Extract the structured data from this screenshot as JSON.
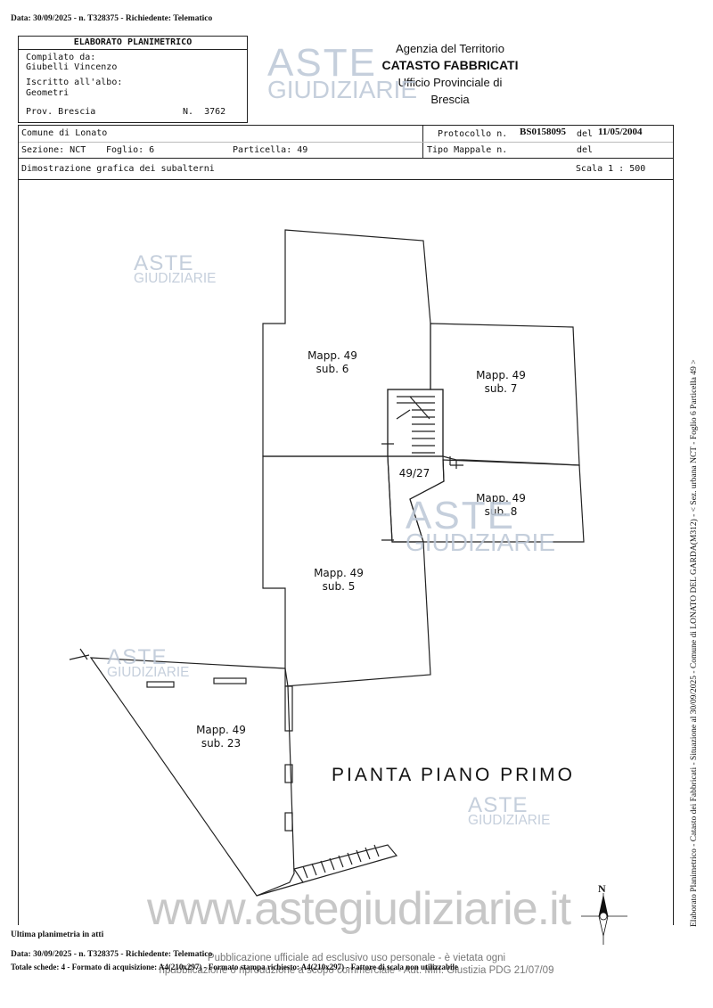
{
  "top_line": "Data: 30/09/2025 - n. T328375 - Richiedente: Telematico",
  "header": {
    "title": "ELABORATO PLANIMETRICO",
    "compiled_label": "Compilato da:",
    "compiled_name": "Giubelli Vincenzo",
    "registry_label": "Iscritto all'albo:",
    "registry_value": "Geometri",
    "prov": "Prov. Brescia",
    "number": "N.  3762",
    "agency_line1": "Agenzia del Territorio",
    "agency_line2": "CATASTO FABBRICATI",
    "agency_line3": "Ufficio Provinciale di",
    "agency_line4": "Brescia"
  },
  "info": {
    "comune": "Comune di Lonato",
    "protocollo_label": "Protocollo n.",
    "protocollo_value": "BS0158095",
    "del_label": "del",
    "protocollo_date": "11/05/2004",
    "sezione": "Sezione: NCT",
    "foglio": "Foglio: 6",
    "particella": "Particella: 49",
    "tipo_mappale": "Tipo Mappale n.",
    "del2": "del",
    "dimostrazione": "Dimostrazione grafica dei subalterni",
    "scala": "Scala 1 : 500"
  },
  "plan": {
    "sub6": [
      "Mapp. 49",
      "sub. 6"
    ],
    "sub7": [
      "Mapp. 49",
      "sub. 7"
    ],
    "common": "49/27",
    "sub8": [
      "Mapp. 49",
      "sub. 8"
    ],
    "sub5": [
      "Mapp. 49",
      "sub. 5"
    ],
    "sub23": [
      "Mapp. 49",
      "sub. 23"
    ],
    "floor_title": "PIANTA PIANO PRIMO",
    "north": "N"
  },
  "watermark": {
    "aste": "ASTE",
    "giudiziarie": "GIUDIZIARIE",
    "site": "www.astegiudiziarie.it",
    "notice1": "Pubblicazione ufficiale ad esclusivo uso personale - è vietata ogni",
    "notice2": "ripubblicazione o riproduzione a scopo commerciale - Aut. Min. Giustizia PDG 21/07/09"
  },
  "footer": {
    "ultima": "Ultima planimetria in atti",
    "line1": "Data: 30/09/2025 - n. T328375 - Richiedente: Telematico",
    "line2": "Totale schede: 4 - Formato di acquisizione: A4(210x297) - Formato stampa richiesto: A4(210x297) - Fattore di scala non utilizzabile"
  },
  "side_text": "Elaborato Planimetrico - Catasto dei Fabbricati - Situazione al 30/09/2025 - Comune di LONATO DEL GARDA(M312) - < Sez. urbana NCT - Foglio 6 Particella 49 >"
}
